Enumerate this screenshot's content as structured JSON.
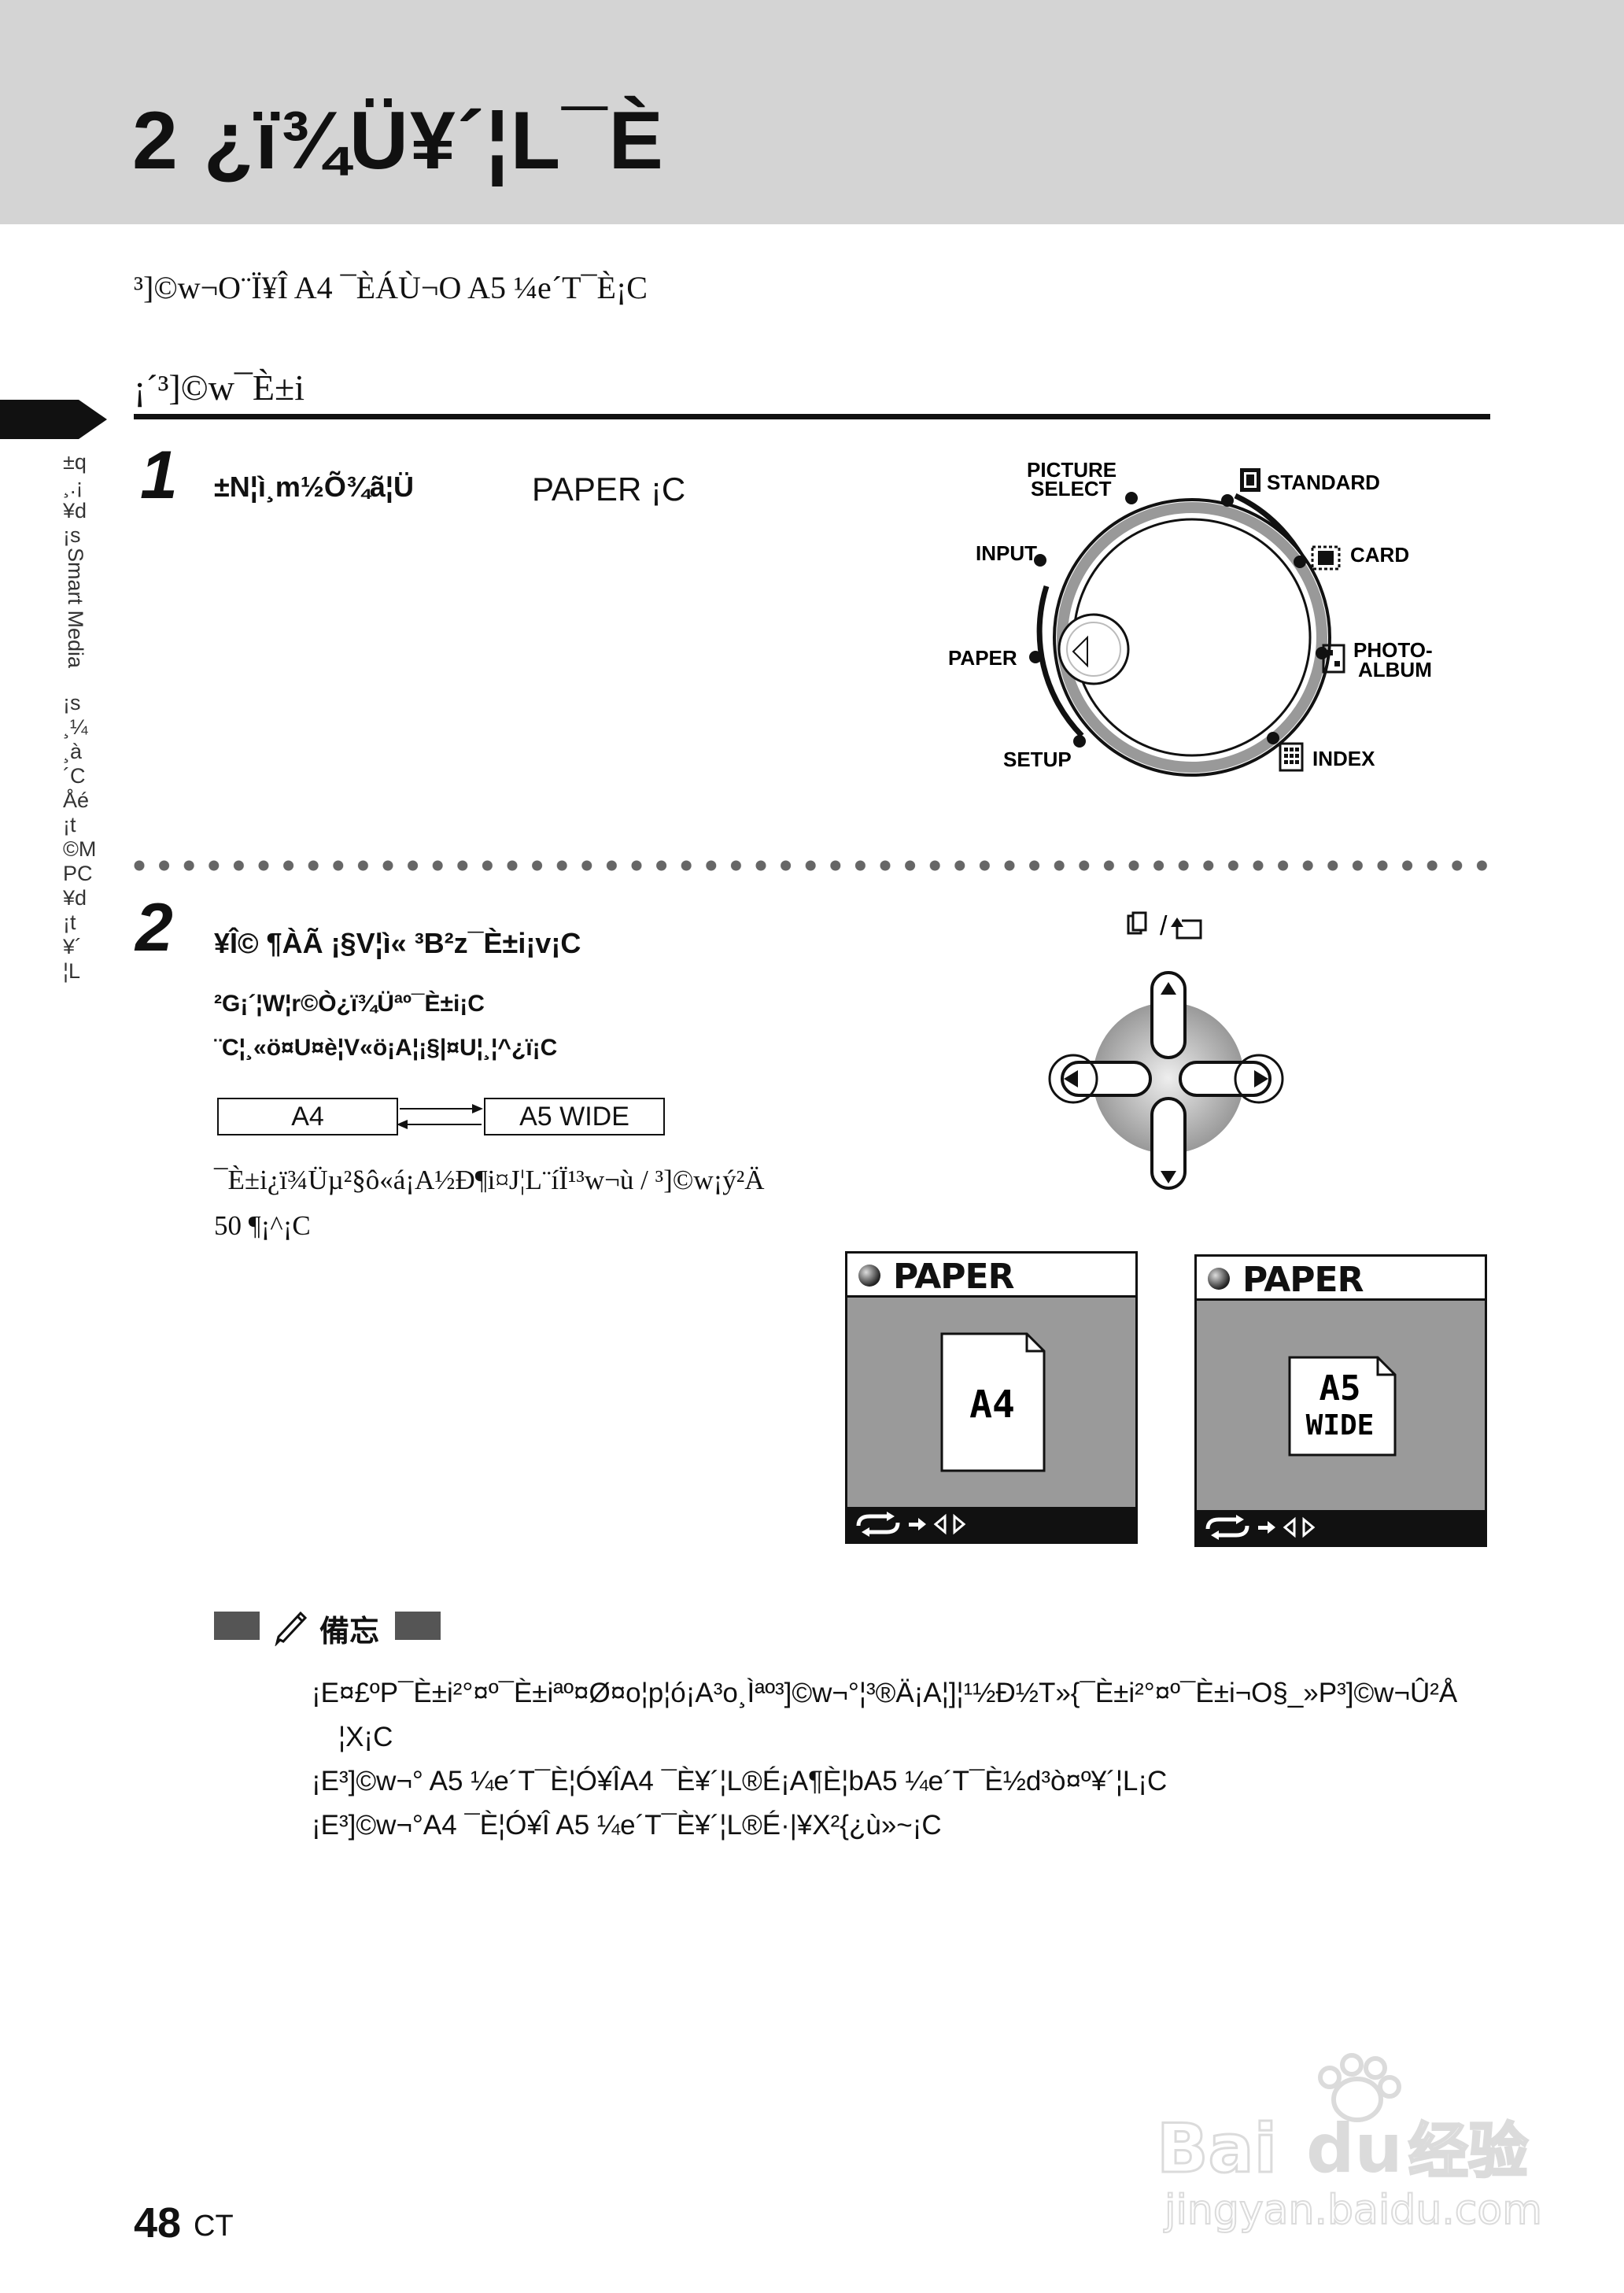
{
  "header": {
    "title": "2 ¿ï¾Ü¥´¦L¯È"
  },
  "intro": "³]©w¬O¨Ï¥Î A4 ¯ÈÁÙ¬O A5 ¼e´T¯È¡C",
  "section": {
    "title": "¡´³]©w¯È±i"
  },
  "side_tab": {
    "text": [
      "±q",
      "¸.¡",
      "¥d",
      "¡s",
      "Smart Media",
      "¡s",
      "¸¼",
      "¸­à",
      "´C",
      "Åé",
      "¡t",
      "©M",
      "PC",
      "¥d",
      "¡t",
      "¥´",
      "¦L"
    ]
  },
  "step1": {
    "number": "1",
    "text": "±N¦ì¸m½Õ¾ã¦Ü",
    "suffix": "PAPER ¡C"
  },
  "dial": {
    "labels": {
      "picture_select": [
        "PICTURE",
        "SELECT"
      ],
      "input": "INPUT",
      "paper": "PAPER",
      "setup": "SETUP",
      "standard": "STANDARD",
      "card": "CARD",
      "photo_album": [
        "PHOTO-",
        "ALBUM"
      ],
      "index": "INDEX"
    }
  },
  "step2": {
    "number": "2",
    "text": "¥Î© ¶ÀÃ ¡§V¦ì« ³B²z¯È±i¡v¡C",
    "line2": "²G¡´¦W¦r©Ò¿ï¾Üªº¯È±i¡C",
    "line3": "¨C¦¸«ö¤U¤è¦V«ö¡A¦¡§|¤U¦¸¦^¿ï¡C",
    "box_a": "A4",
    "box_b": "A5 WIDE",
    "note1": "¯È±i¿ï¾Üµ²§ô«á¡A½Ð¶i¤J¦L¨í­Ï¹³w¬ù /   ³]©w¡ý²Ä",
    "note2": "50 ­¶¡^¡C",
    "button_icon_label": "/"
  },
  "screens": [
    {
      "title": "PAPER",
      "content": [
        "A4"
      ]
    },
    {
      "title": "PAPER",
      "content": [
        "A5",
        "WIDE"
      ]
    }
  ],
  "memo": {
    "label": "備忘",
    "lines": [
      "¡E¤£ºP¯È±i²°¤º¯È±iªº¤Ø¤o¦p¦ó¡A³o¸Ìªº³]©w¬°¦³®Ä¡A¦]¦¹½Ð½T»{¯È±i²°¤º¯È±i¬O§_»P³]©w¬Û²Å",
      "¦X¡C",
      "¡E³]©w¬° A5 ¼e´T¯È¦Ó¥ÎA4 ¯È¥´¦L®É¡A¶È¦bA5 ¼e´T¯È½d³ò¤º¥´¦L¡C",
      "¡E³]©w¬°A4 ¯È¦Ó¥Î A5 ¼e´T¯È¥´¦L®É·|¥X²{¿ù»~¡C"
    ]
  },
  "footer": {
    "page": "48",
    "lang": "CT"
  },
  "watermark": {
    "brand": "Bai",
    "brand2": "du",
    "cn": "经验",
    "url": "jingyan.baidu.com"
  }
}
